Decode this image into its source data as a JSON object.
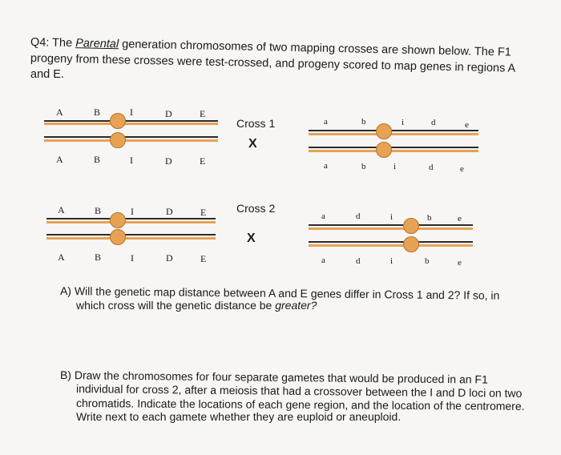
{
  "header": {
    "q_number": "Q4: The",
    "parental": "Parental",
    "line1_rest": "generation chromosomes of two mapping crosses are shown below. The F1",
    "line2": "progeny from these crosses were test-crossed, and progeny scored to map genes in regions A",
    "line3": "and E."
  },
  "cross1": {
    "label": "Cross 1",
    "x": "X",
    "left_top": [
      "A",
      "B",
      "I",
      "D",
      "E"
    ],
    "left_bottom": [
      "A",
      "B",
      "I",
      "D",
      "E"
    ],
    "right_top": [
      "a",
      "b",
      "i",
      "d",
      "e"
    ],
    "right_bottom": [
      "a",
      "b",
      "i",
      "d",
      "e"
    ]
  },
  "cross2": {
    "label": "Cross 2",
    "x": "X",
    "left_top": [
      "A",
      "B",
      "I",
      "D",
      "E"
    ],
    "left_bottom": [
      "A",
      "B",
      "I",
      "D",
      "E"
    ],
    "right_top": [
      "a",
      "d",
      "i",
      "b",
      "e"
    ],
    "right_bottom": [
      "a",
      "d",
      "i",
      "b",
      "e"
    ]
  },
  "questions": {
    "a_line1": "A) Will the genetic map distance between A and E genes differ in Cross 1 and 2? If so, in",
    "a_line2_pre": "which cross will the genetic distance be ",
    "a_line2_em": "greater?",
    "b_line1": "B) Draw the chromosomes for four separate gametes that would be produced in an F1",
    "b_line2": "individual for cross 2, after a meiosis that had a crossover between the I and D loci on two",
    "b_line3": "chromatids. Indicate the locations of each gene region, and the location of the centromere.",
    "b_line4": "Write next to each gamete whether they are euploid or aneuploid."
  },
  "colors": {
    "chromosome": "#2b2b2b",
    "centromere": "#e8a254"
  }
}
